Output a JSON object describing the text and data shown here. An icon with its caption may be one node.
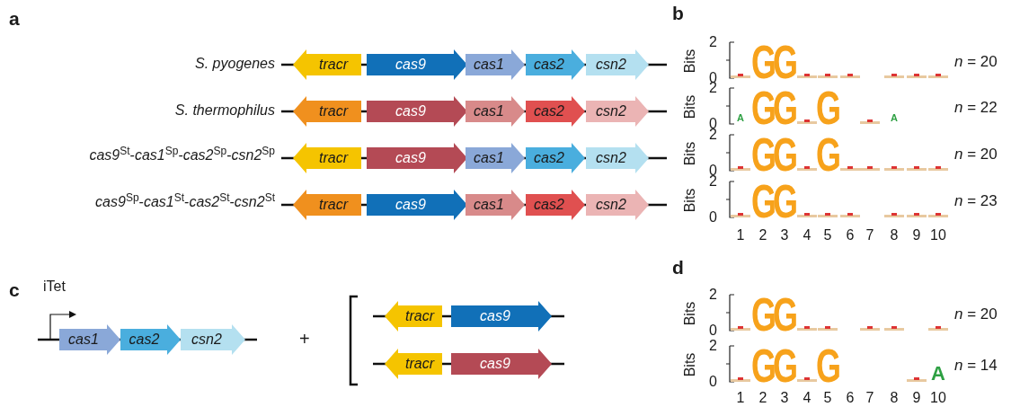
{
  "diagram": {
    "nodes": [
      {
        "text": [
          "tracr"
        ]
      },
      {
        "text": [
          "cas9"
        ]
      },
      {
        "text": [
          "cas1"
        ]
      },
      {
        "text": [
          "cas2"
        ]
      },
      {
        "text": [
          "csn2"
        ]
      },
      {
        "text": [
          "tracr"
        ]
      },
      {
        "text": [
          "cas9"
        ]
      },
      {
        "text": [
          "cas1"
        ]
      },
      {
        "text": [
          "cas2"
        ]
      },
      {
        "text": [
          "csn2"
        ]
      },
      {
        "text": [
          "tracr"
        ]
      },
      {
        "text": [
          "cas9"
        ]
      },
      {
        "text": [
          "cas1"
        ]
      },
      {
        "text": [
          "cas2"
        ]
      },
      {
        "text": [
          "csn2"
        ]
      },
      {
        "text": [
          "tracr"
        ]
      },
      {
        "text": [
          "cas9"
        ]
      },
      {
        "text": [
          "cas1"
        ]
      },
      {
        "text": [
          "cas2"
        ]
      },
      {
        "text": [
          "csn2"
        ]
      },
      {
        "text": [
          "cas1"
        ]
      },
      {
        "text": [
          "cas2"
        ]
      },
      {
        "text": [
          "csn2"
        ]
      },
      {
        "text": [
          "tracr"
        ]
      },
      {
        "text": [
          "cas9"
        ]
      },
      {
        "text": [
          "tracr"
        ]
      },
      {
        "text": [
          "cas9"
        ]
      }
    ],
    "labels": [
      "a",
      "S. pyogenes",
      "S. thermophilus",
      "*cas9*$^{St}$-*cas1*$^{Sp}$-*cas2*$^{Sp}$-*csn2*$^{Sp}$",
      "*cas9*$^{Sp}$-*cas1*$^{St}$-*cas2*$^{St}$-*csn2*$^{St}$",
      "b",
      "Bits",
      "2",
      "0",
      "G",
      "G",
      "*n* = 20",
      "Bits",
      "2",
      "0",
      "A",
      "G",
      "G",
      "G",
      "A",
      "*n* = 22",
      "Bits",
      "2",
      "0",
      "G",
      "G",
      "G",
      "*n* = 20",
      "Bits",
      "2",
      "0",
      "G",
      "G",
      "*n* = 23",
      "1",
      "2",
      "3",
      "4",
      "5",
      "6",
      "7",
      "8",
      "9",
      "10",
      "c",
      "iTet",
      "+",
      "d",
      "Bits",
      "2",
      "0",
      "G",
      "G",
      "*n* = 20",
      "Bits",
      "2",
      "0",
      "G",
      "G",
      "G",
      "A",
      "*n* = 14",
      "1",
      "2",
      "3",
      "4",
      "5",
      "6",
      "7",
      "8",
      "9",
      "10"
    ]
  }
}
